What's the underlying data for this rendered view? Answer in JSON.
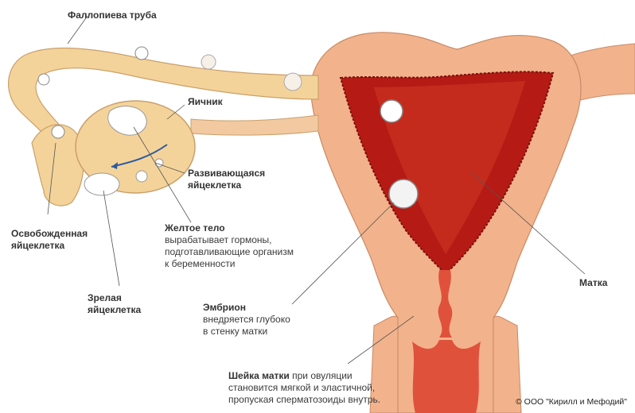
{
  "labels": {
    "fallopian_tube": "Фаллопиева труба",
    "ovary": "Яичник",
    "developing_egg": [
      "Развивающаяся",
      "яйцеклетка"
    ],
    "released_egg": [
      "Освобожденная",
      "яйцеклетка"
    ],
    "corpus_luteum": {
      "title": "Желтое тело",
      "lines": [
        "вырабатывает гормоны,",
        "подготавливающие организм",
        "к беременности"
      ]
    },
    "mature_egg": [
      "Зрелая",
      "яйцеклетка"
    ],
    "embryo": {
      "title": "Эмбрион",
      "lines": [
        "внедряется глубоко",
        "в стенку матки"
      ]
    },
    "uterus": "Матка",
    "cervix": {
      "title": "Шейка матки",
      "rest": " при овуляции",
      "lines": [
        "становится мягкой и эластичной,",
        "пропуская сперматозоиды внутрь."
      ]
    }
  },
  "copyright": "© ООО \"Кирилл и Мефодий\"",
  "colors": {
    "tissue": "#f2b38c",
    "tube": "#f4d39a",
    "cavity": "#b51a14",
    "canal": "#e0513c",
    "line": "#555555"
  }
}
